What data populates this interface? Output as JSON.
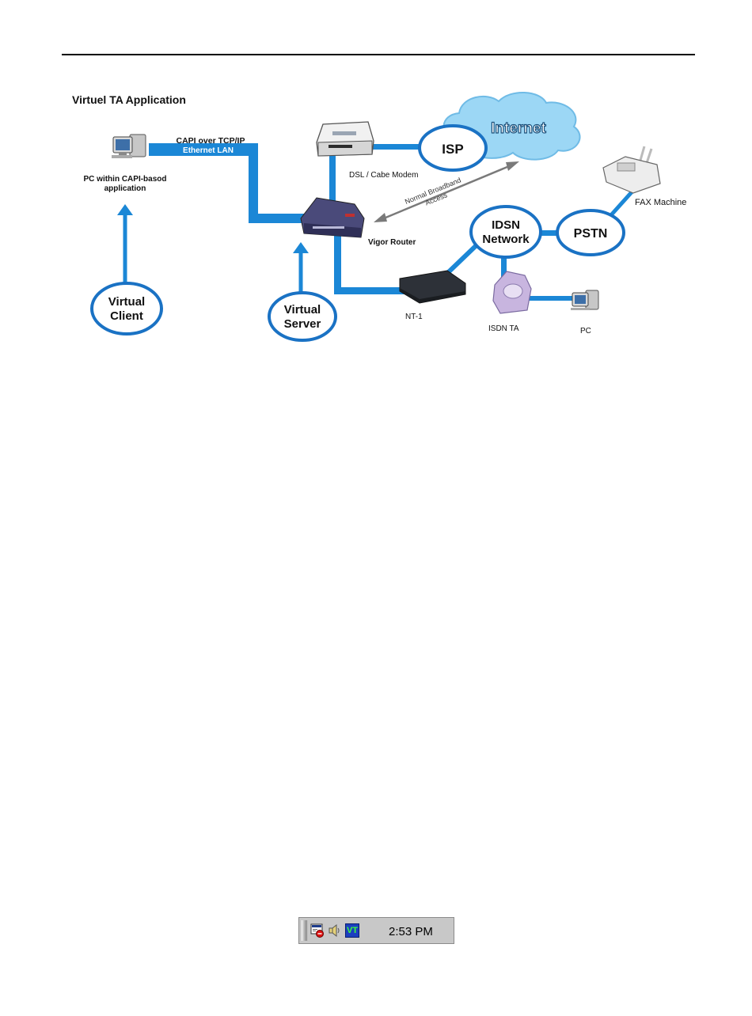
{
  "diagram": {
    "title": "Virtuel TA Application",
    "labels": {
      "pc_caption_line1": "PC within CAPI-basod",
      "pc_caption_line2": "application",
      "capi_line1": "CAPI over TCP/IP",
      "capi_line2": "Ethernet LAN",
      "internet": "Internet",
      "isp": "ISP",
      "dsl_modem": "DSL / Cabe Modem",
      "broadband_line1": "Normal Broadband",
      "broadband_line2": "Access",
      "vigor_router": "Vigor Router",
      "fax_machine": "FAX Machine",
      "idsn_line1": "IDSN",
      "idsn_line2": "Network",
      "pstn": "PSTN",
      "nt1": "NT-1",
      "isdn_ta": "ISDN TA",
      "pc": "PC",
      "virtual_client_line1": "Virtual",
      "virtual_client_line2": "Client",
      "virtual_server_line1": "Virtual",
      "virtual_server_line2": "Server"
    },
    "colors": {
      "link_blue": "#1b87d6",
      "bubble_border": "#1a72c4",
      "cloud_fill": "#9cd7f5",
      "arrow_grey": "#7a7a7a"
    }
  },
  "taskbar": {
    "clock": "2:53 PM",
    "tray_icons": [
      "network-status-icon",
      "speaker-icon",
      "vt-icon"
    ],
    "vt_icon_text": "VT"
  }
}
